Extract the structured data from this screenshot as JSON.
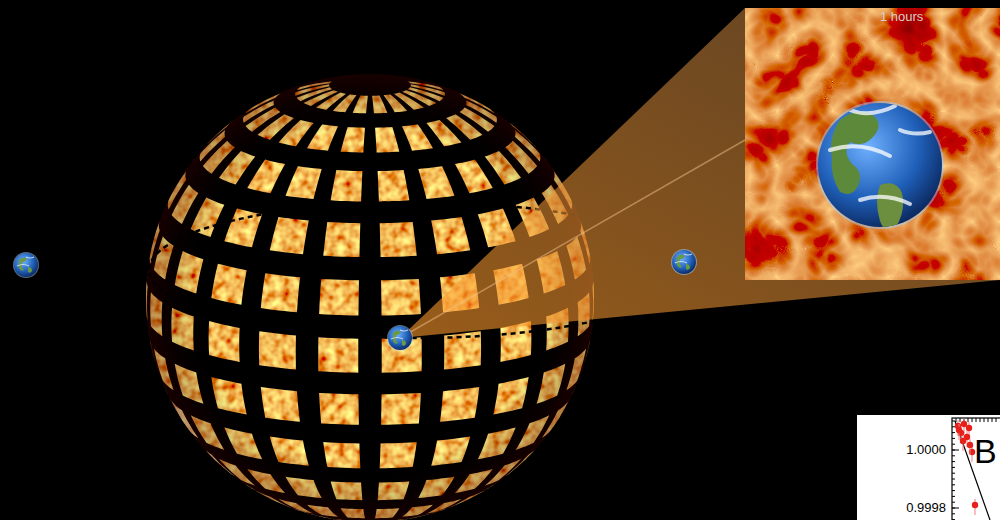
{
  "diagram": {
    "labels": [
      "1 hours",
      "1.0000",
      "0.9998",
      "B"
    ]
  }
}
